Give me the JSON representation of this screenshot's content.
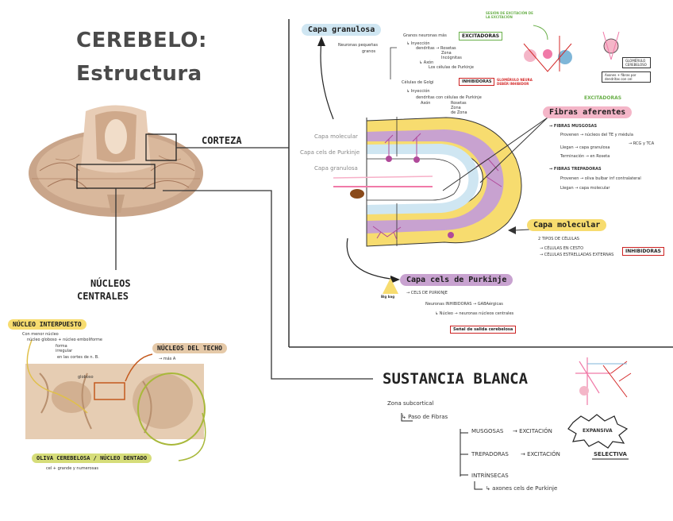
{
  "title": {
    "line1": "CEREBELO:",
    "line2": "Estructura"
  },
  "left": {
    "corteza_label": "CORTEZA",
    "nucleos_line1": "NÚCLEOS",
    "nucleos_line2": "CENTRALES",
    "nucleo_interpuesto": {
      "title": "NÚCLEO INTERPUESTO",
      "note1": "Con menor núcleo",
      "note2": "núcleo globoso + núcleo emboliforme",
      "note3": "forma",
      "note4": "irregular",
      "note5": "en las cortes de n. B."
    },
    "nucleos_techo": {
      "title": "NÚCLEOS DEL TECHO",
      "note": "→ más A"
    },
    "oliva": {
      "title": "OLIVA CEREBELOSA / NÚCLEO DENTADO",
      "note": "cel + grande y numerosas"
    },
    "mid_label": "globoso"
  },
  "cortex_diagram": {
    "layers_left": [
      "Capa molecular",
      "Capa cels de Purkinje",
      "Capa granulosa"
    ],
    "capa_granulosa": {
      "title": "Capa granulosa",
      "n1": "Neuronas pequeñas",
      "n2": "granos",
      "g1": "Granos neuronas más",
      "g2": "↳ Inyección",
      "g3": "dendritas → Rosetas",
      "g4": "Zona",
      "g5": "Incógnitas",
      "g6": "↳ Axón",
      "g7": "Los células de Purkinje",
      "golgi1": "Células de Golgi",
      "golgi2": "↳ Inyección",
      "golgi3": "dendritas con células de Purkinje",
      "golgi4": "Axón",
      "golgi5": "Rosetas",
      "golgi6": "Zona",
      "golgi7": "de Zona"
    },
    "excitadoras_box": "EXCITADORAS",
    "inhibidoras_box": "INHIBIDORAS",
    "sesion_note": "SESIÓN DE EXCITACIÓN DE LA EXCITACIÓN",
    "red_note": "GLOMÉRULO NEURA DEBÉR INHIBIDOR",
    "glomerulo_box": "GLOMÉRULO CEREBELOSO",
    "axon_box": "Axones + fibras por dendritas con cel",
    "fibras_aferentes": {
      "tag": "EXCITADORAS",
      "title": "Fibras aferentes",
      "m1": "→ FIBRAS MUSGOSAS",
      "m2": "Provenen → núcleos del TE y médula",
      "m3": "Llegan → capa granulosa",
      "m4": "Terminación → en Roseta",
      "m5": "→ RCG y TCA",
      "t1": "→ FIBRAS TREPADORAS",
      "t2": "Provenen → oliva bulbar inf contralateral",
      "t3": "Llegan → capa molecular"
    },
    "capa_molecular": {
      "title": "Capa molecular",
      "n1": "2 TIPOS DE CÉLULAS",
      "n2": "→ CÉLULAS EN CESTO",
      "n3": "→ CÉLULAS ESTRELLADAS EXTERNAS",
      "box": "INHIBIDORAS"
    },
    "capa_purkinje": {
      "title": "Capa cels de Purkinje",
      "tag": "Big bag",
      "n1": "→ CELS DE PURKINJE",
      "n2": "Neuronas INHIBIDORAS → GABAérgicas",
      "n3": "↳ Núcleo → neuronas núcleos centrales",
      "box": "Señal de salida cerebelosa"
    }
  },
  "sustancia_blanca": {
    "title": "SUSTANCIA BLANCA",
    "l1": "Zona subcortical",
    "l2": "↳ Paso de Fibras",
    "r1a": "MUSGOSAS",
    "r1b": "→ EXCITACIÓN",
    "r1c": "EXPANSIVA",
    "r2a": "TREPADORAS",
    "r2b": "→ EXCITACIÓN",
    "r2c": "SELECTIVA",
    "r3a": "INTRÍNSECAS",
    "r3b": "↳ axones cels de Purkinje"
  },
  "colors": {
    "yellow": "#f7dc6f",
    "purple": "#c8a2d0",
    "lightblue": "#cfe6f2",
    "pink": "#f4b6c8",
    "green": "#8fcf7a",
    "red": "#d42a2a",
    "tan": "#e5c9a8"
  }
}
